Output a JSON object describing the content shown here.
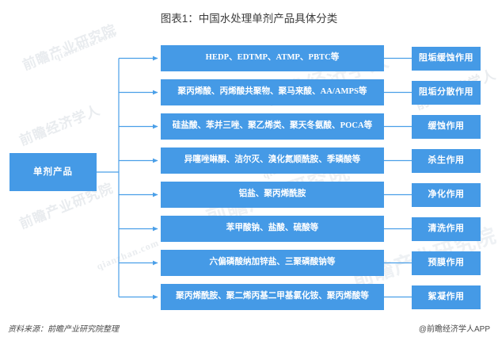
{
  "title": "图表1：中国水处理单剂产品具体分类",
  "colors": {
    "node_blue": "#459ae6",
    "connector_blue": "#4a9fe8",
    "node_text": "#ffffff",
    "title_text": "#3c3c3c",
    "background": "#ffffff",
    "watermark": "#e9ecef"
  },
  "root": {
    "label": "单剂产品"
  },
  "rows": [
    {
      "product": "HEDP、EDTMP、ATMP、PBTC等",
      "effect": "阻垢缓蚀作用"
    },
    {
      "product": "聚丙烯酸、丙烯酸共聚物、聚马来酸、AA/AMPS等",
      "effect": "阻垢分散作用"
    },
    {
      "product": "硅盐酸、苯并三唑、聚乙烯类、聚天冬氨酸、POCA等",
      "effect": "缓蚀作用"
    },
    {
      "product": "异噻唑啉酮、洁尔灭、溴化氮顺酰胺、季磷酸等",
      "effect": "杀生作用"
    },
    {
      "product": "铝盐、聚丙烯酰胺",
      "effect": "净化作用"
    },
    {
      "product": "苯甲酸钠、盐酸、硫酸等",
      "effect": "清洗作用"
    },
    {
      "product": "六偏磷酸纳加锌盐、三聚磷酸钠等",
      "effect": "预膜作用"
    },
    {
      "product": "聚丙烯酰胺、聚二烯丙基二甲基氯化铵、聚丙烯酸等",
      "effect": "絮凝作用"
    }
  ],
  "footer": {
    "source": "资料来源：前瞻产业研究院整理",
    "brand": "@前瞻经济学人APP"
  },
  "watermarks": [
    "前瞻产业研究院",
    "前瞻经济学人",
    "qianzhan.com"
  ],
  "chart_data": {
    "type": "diagram",
    "diagram_type": "horizontal-tree",
    "title": "图表1：中国水处理单剂产品具体分类",
    "root": "单剂产品",
    "branch_count": 8,
    "branches": [
      {
        "index": 1,
        "product": "HEDP、EDTMP、ATMP、PBTC等",
        "effect": "阻垢缓蚀作用"
      },
      {
        "index": 2,
        "product": "聚丙烯酸、丙烯酸共聚物、聚马来酸、AA/AMPS等",
        "effect": "阻垢分散作用"
      },
      {
        "index": 3,
        "product": "硅盐酸、苯并三唑、聚乙烯类、聚天冬氨酸、POCA等",
        "effect": "缓蚀作用"
      },
      {
        "index": 4,
        "product": "异噻唑啉酮、洁尔灭、溴化氮顺酰胺、季磷酸等",
        "effect": "杀生作用"
      },
      {
        "index": 5,
        "product": "铝盐、聚丙烯酰胺",
        "effect": "净化作用"
      },
      {
        "index": 6,
        "product": "苯甲酸钠、盐酸、硫酸等",
        "effect": "清洗作用"
      },
      {
        "index": 7,
        "product": "六偏磷酸纳加锌盐、三聚磷酸钠等",
        "effect": "预膜作用"
      },
      {
        "index": 8,
        "product": "聚丙烯酰胺、聚二烯丙基二甲基氯化铵、聚丙烯酸等",
        "effect": "絮凝作用"
      }
    ],
    "legend": [],
    "source": "资料来源：前瞻产业研究院整理"
  }
}
